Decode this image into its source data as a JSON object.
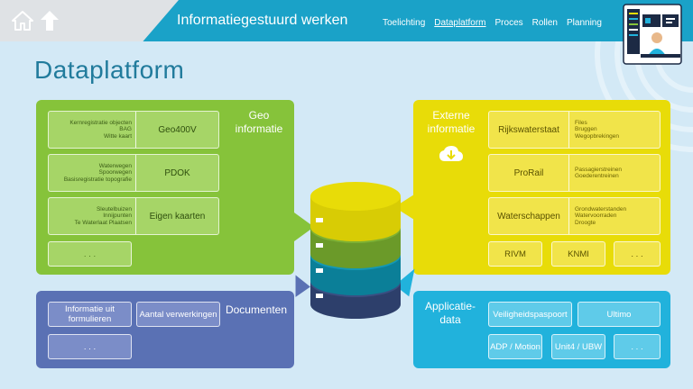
{
  "header": {
    "title": "Informatiegestuurd werken",
    "nav": [
      "Toelichting",
      "Dataplatform",
      "Proces",
      "Rollen",
      "Planning"
    ],
    "active_nav": "Dataplatform",
    "accent": "#1aa2c8"
  },
  "page_title": "Dataplatform",
  "geo": {
    "title_line1": "Geo",
    "title_line2": "informatie",
    "color": "#86c33a",
    "rows": [
      {
        "lines": [
          "Kernregistratie objecten",
          "BAG",
          "Witte kaart"
        ],
        "name": "Geo400V"
      },
      {
        "lines": [
          "Waterwegen",
          "Spoorwegen",
          "Basisregistratie topografie"
        ],
        "name": "PDOK"
      },
      {
        "lines": [
          "Sleutelbuizen",
          "Innijpunten",
          "Te Waterlaat Plaatsen"
        ],
        "name": "Eigen kaarten"
      }
    ],
    "more": ". . ."
  },
  "external": {
    "title_line1": "Externe",
    "title_line2": "informatie",
    "icon": "cloud-download-icon",
    "color": "#e8dc08",
    "rows": [
      {
        "name": "Rijkswaterstaat",
        "lines": [
          "Files",
          "Bruggen",
          "Wegopbrekingen"
        ]
      },
      {
        "name": "ProRail",
        "lines": [
          "Passagierstreinen",
          "Goederentreinen"
        ]
      },
      {
        "name": "Waterschappen",
        "lines": [
          "Grondwaterstanden",
          "Watervoorraden",
          "Droogte"
        ]
      }
    ],
    "boxes": [
      "RIVM",
      "KNMI",
      ". . ."
    ]
  },
  "documents": {
    "title": "Documenten",
    "color": "#5a71b4",
    "boxes": [
      "Informatie uit formulieren",
      "Aantal verwerkingen",
      ". . ."
    ]
  },
  "appdata": {
    "title_line1": "Applicatie-",
    "title_line2": "data",
    "color": "#21b2dc",
    "boxes": [
      "Veiligheidspaspoort",
      "Ultimo",
      "ADP / Motion",
      "Unit4 / UBW",
      ". . ."
    ]
  }
}
